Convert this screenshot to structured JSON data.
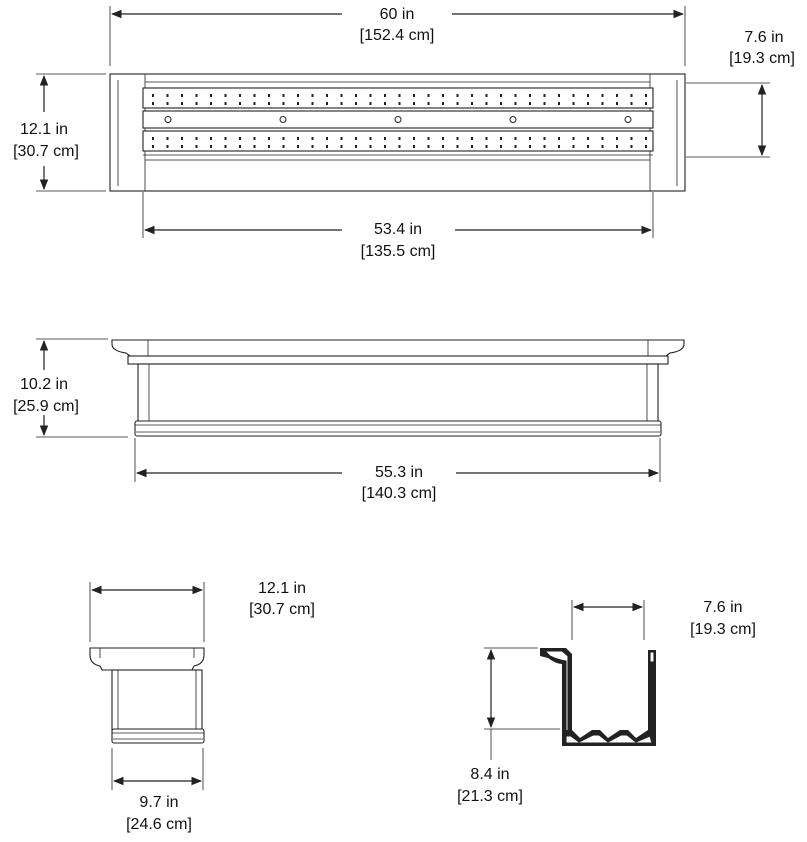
{
  "top_view": {
    "overall_width": {
      "imperial": "60 in",
      "metric": "[152.4 cm]"
    },
    "depth": {
      "imperial": "12.1 in",
      "metric": "[30.7 cm]"
    },
    "inner_depth": {
      "imperial": "7.6 in",
      "metric": "[19.3 cm]"
    },
    "inner_length": {
      "imperial": "53.4 in",
      "metric": "[135.5 cm]"
    }
  },
  "front_view": {
    "height": {
      "imperial": "10.2 in",
      "metric": "[25.9 cm]"
    },
    "base_length": {
      "imperial": "55.3 in",
      "metric": "[140.3 cm]"
    }
  },
  "side_view": {
    "top_width": {
      "imperial": "12.1 in",
      "metric": "[30.7 cm]"
    },
    "base_width": {
      "imperial": "9.7 in",
      "metric": "[24.6 cm]"
    }
  },
  "section_view": {
    "inner_width": {
      "imperial": "7.6 in",
      "metric": "[19.3 cm]"
    },
    "height": {
      "imperial": "8.4 in",
      "metric": "[21.3 cm]"
    }
  },
  "colors": {
    "line": "#222222",
    "background": "#ffffff"
  }
}
